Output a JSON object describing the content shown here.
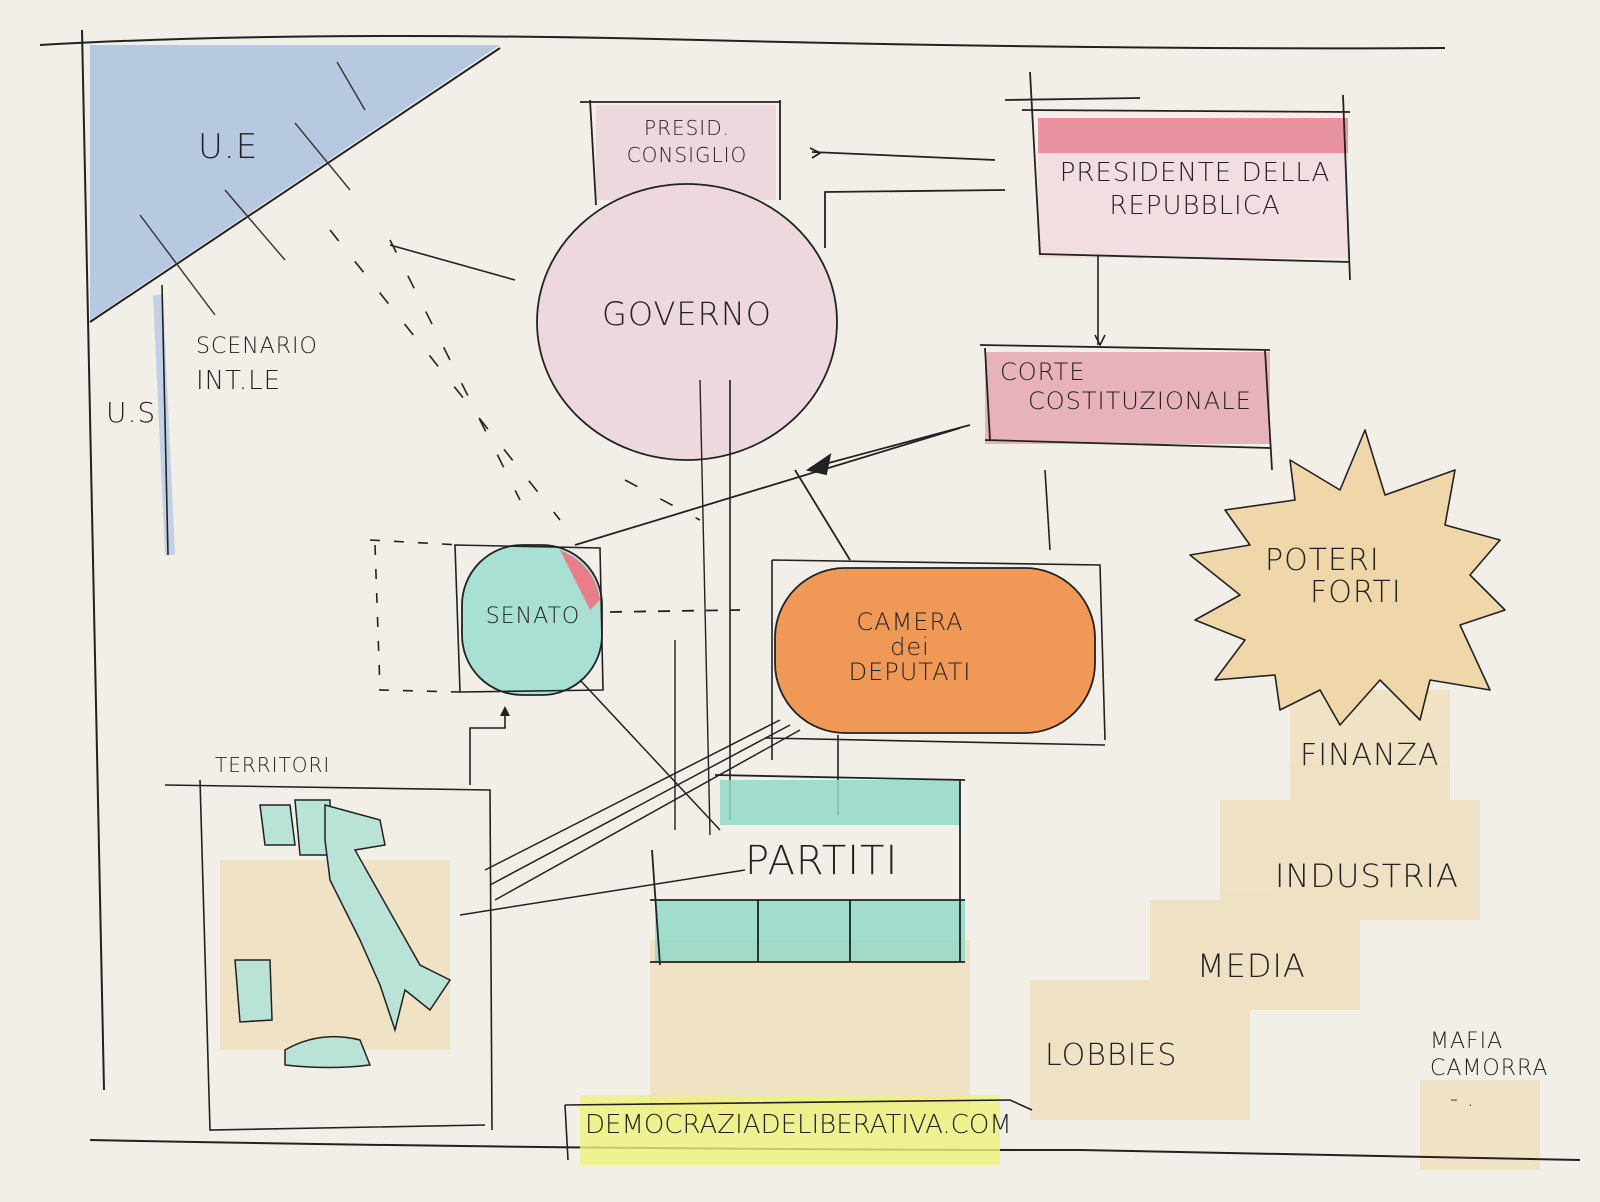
{
  "diagram": {
    "title": "Italian political system sketch",
    "colors": {
      "paper": "#f1efe7",
      "ink": "#222222",
      "ue_blue": "#a9bfdf",
      "governo_pink": "#ecd6dc",
      "presidente_red": "#e47a88",
      "corte_red": "#e6a2b0",
      "senato_teal": "#a8e0d4",
      "senato_accent": "#e97d8a",
      "camera_orange": "#f08a3c",
      "partiti_teal": "#93d9c8",
      "poteri_beige": "#efd7a9",
      "footer_yellow": "#eef27a"
    },
    "nodes": {
      "ue": {
        "label": "U.E"
      },
      "us": {
        "label": "U.S"
      },
      "scenario": {
        "line1": "Scenario",
        "line2": "Int.le"
      },
      "presid_consiglio": {
        "line1": "Presid.",
        "line2": "Consiglio"
      },
      "governo": {
        "label": "Governo"
      },
      "presidente_repubblica": {
        "line1": "Presidente della",
        "line2": "Repubblica"
      },
      "corte_costituzionale": {
        "line1": "Corte",
        "line2": "Costituzionale"
      },
      "senato": {
        "label": "Senato"
      },
      "camera_deputati": {
        "line1": "Camera",
        "line2": "dei",
        "line3": "Deputati"
      },
      "territori": {
        "label": "Territori"
      },
      "partiti": {
        "label": "Partiti"
      },
      "poteri_forti": {
        "line1": "Poteri",
        "line2": "Forti"
      },
      "finanza": {
        "label": "Finanza"
      },
      "industria": {
        "label": "Industria"
      },
      "media": {
        "label": "Media"
      },
      "lobbies": {
        "label": "Lobbies"
      },
      "mafia_camorra": {
        "line1": "Mafia",
        "line2": "Camorra",
        "line3": "- ."
      }
    },
    "footer": {
      "label": "democraziadeliberativa.com"
    }
  }
}
